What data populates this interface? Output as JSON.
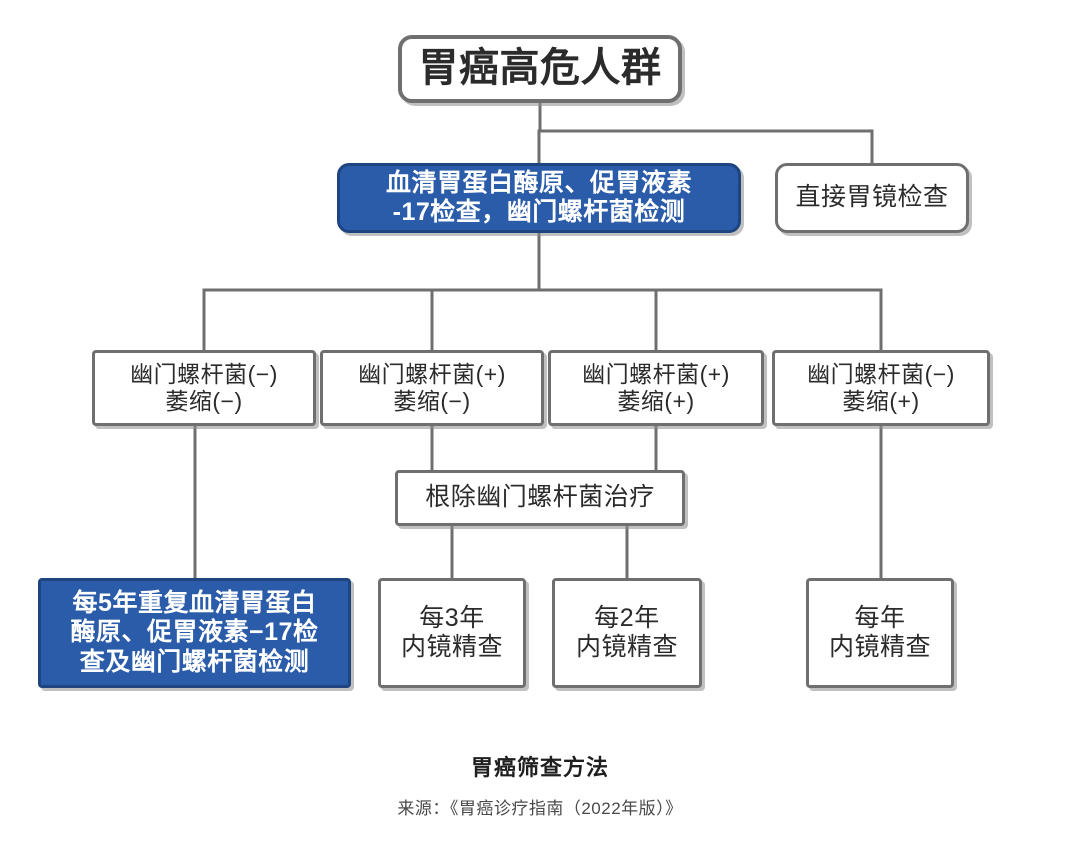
{
  "diagram": {
    "accent_color": "#2a5caa",
    "line_color": "#6f6f6f",
    "nodes": {
      "top": {
        "label": "胃癌高危人群"
      },
      "serology": {
        "label": "血清胃蛋白酶原、促胃液素\n-17检查，幽门螺杆菌检测"
      },
      "gastroscopy": {
        "label": "直接胃镜检查"
      },
      "result1": {
        "label": "幽门螺杆菌(−)\n萎缩(−)"
      },
      "result2": {
        "label": "幽门螺杆菌(+)\n萎缩(−)"
      },
      "result3": {
        "label": "幽门螺杆菌(+)\n萎缩(+)"
      },
      "result4": {
        "label": "幽门螺杆菌(−)\n萎缩(+)"
      },
      "eradication": {
        "label": "根除幽门螺杆菌治疗"
      },
      "every5years": {
        "label": "每5年重复血清胃蛋白\n酶原、促胃液素−17检\n查及幽门螺杆菌检测"
      },
      "every3years": {
        "label": "每3年\n内镜精查"
      },
      "every2years": {
        "label": "每2年\n内镜精查"
      },
      "everyyear": {
        "label": "每年\n内镜精查"
      }
    }
  },
  "caption": {
    "title": "胃癌筛查方法",
    "source": "来源：《胃癌诊疗指南（2022年版）》"
  }
}
